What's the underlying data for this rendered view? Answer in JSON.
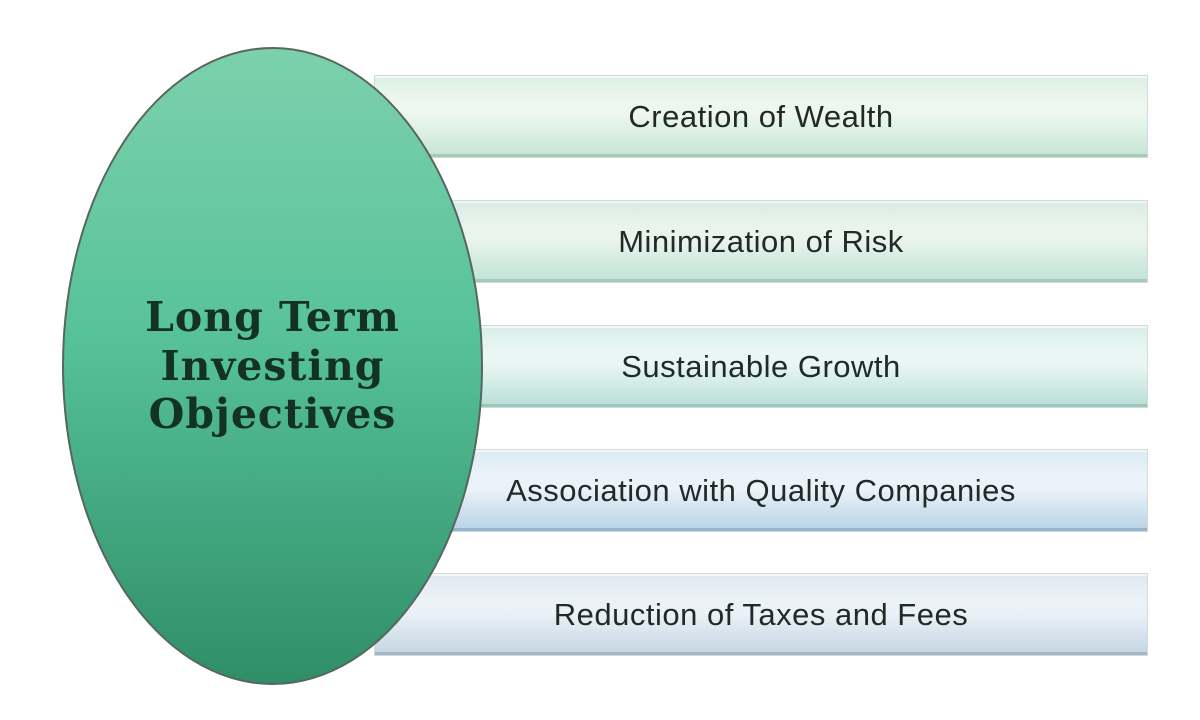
{
  "diagram": {
    "background": "#ffffff",
    "hub": {
      "lines": [
        "Long Term",
        "Investing",
        "Objectives"
      ],
      "text_color": "#133127",
      "border_color": "#57675f",
      "gradient_top": "#7cd1ab",
      "gradient_mid": "#57c29a",
      "gradient_bottom": "#2f8e68"
    },
    "label_color": "#202b29",
    "items": [
      {
        "label": "Creation of Wealth",
        "top": "#dcefe3",
        "mid": "#edf7ef",
        "bottom": "#c4e5d3",
        "edge": "#a6cab8"
      },
      {
        "label": "Minimization of Risk",
        "top": "#d9ece4",
        "mid": "#e9f4ed",
        "bottom": "#bfe3d6",
        "edge": "#a3cabb"
      },
      {
        "label": "Sustainable Growth",
        "top": "#d8eeea",
        "mid": "#e9f6f3",
        "bottom": "#b7dfd6",
        "edge": "#9cc6bc"
      },
      {
        "label": "Association with Quality Companies",
        "top": "#dceaf4",
        "mid": "#eaf3f9",
        "bottom": "#b7d2e6",
        "edge": "#96b4cc"
      },
      {
        "label": "Reduction of Taxes and Fees",
        "top": "#dfe9f0",
        "mid": "#ebf2f7",
        "bottom": "#c3d4e2",
        "edge": "#a4b8c9"
      }
    ]
  }
}
